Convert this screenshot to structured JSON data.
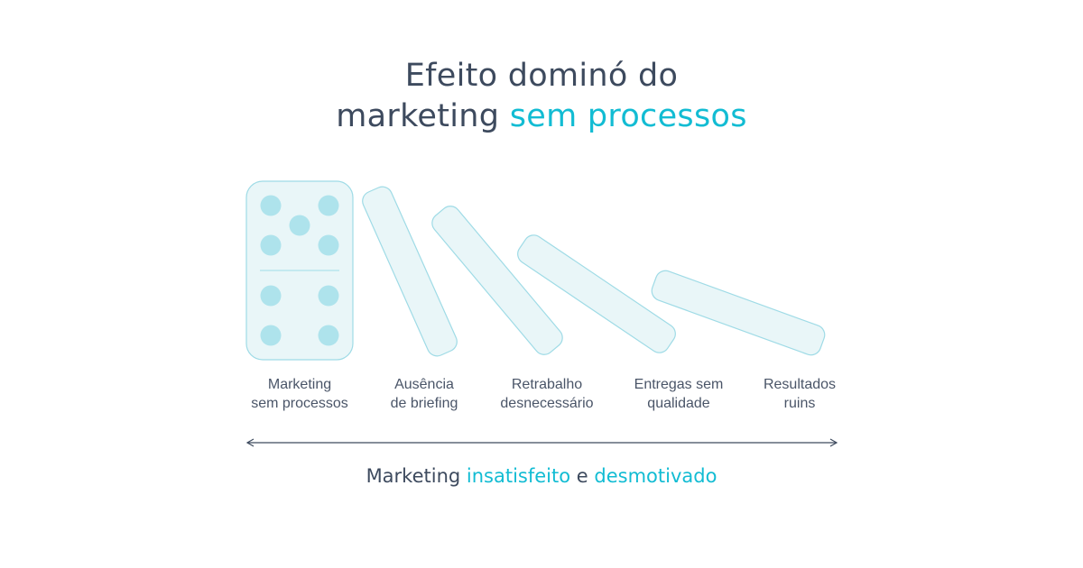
{
  "title": {
    "line1": "Efeito dominó do",
    "line2_plain": "marketing ",
    "line2_accent": "sem processos"
  },
  "steps": [
    {
      "line1": "Marketing",
      "line2": "sem processos"
    },
    {
      "line1": "Ausência",
      "line2": "de briefing"
    },
    {
      "line1": "Retrabalho",
      "line2": "desnecessário"
    },
    {
      "line1": "Entregas sem",
      "line2": "qualidade"
    },
    {
      "line1": "Resultados",
      "line2": "ruins"
    }
  ],
  "footer": {
    "part1": "Marketing ",
    "part2": "insatisfeito",
    "part3": " e ",
    "part4": "desmotivado"
  },
  "colors": {
    "text": "#3d4a5e",
    "accent": "#12bcd3",
    "domino_fill": "#e9f6f8",
    "domino_stroke": "#9fdbe6",
    "pip": "#aee3ec",
    "arrow": "#3d4a5e"
  }
}
